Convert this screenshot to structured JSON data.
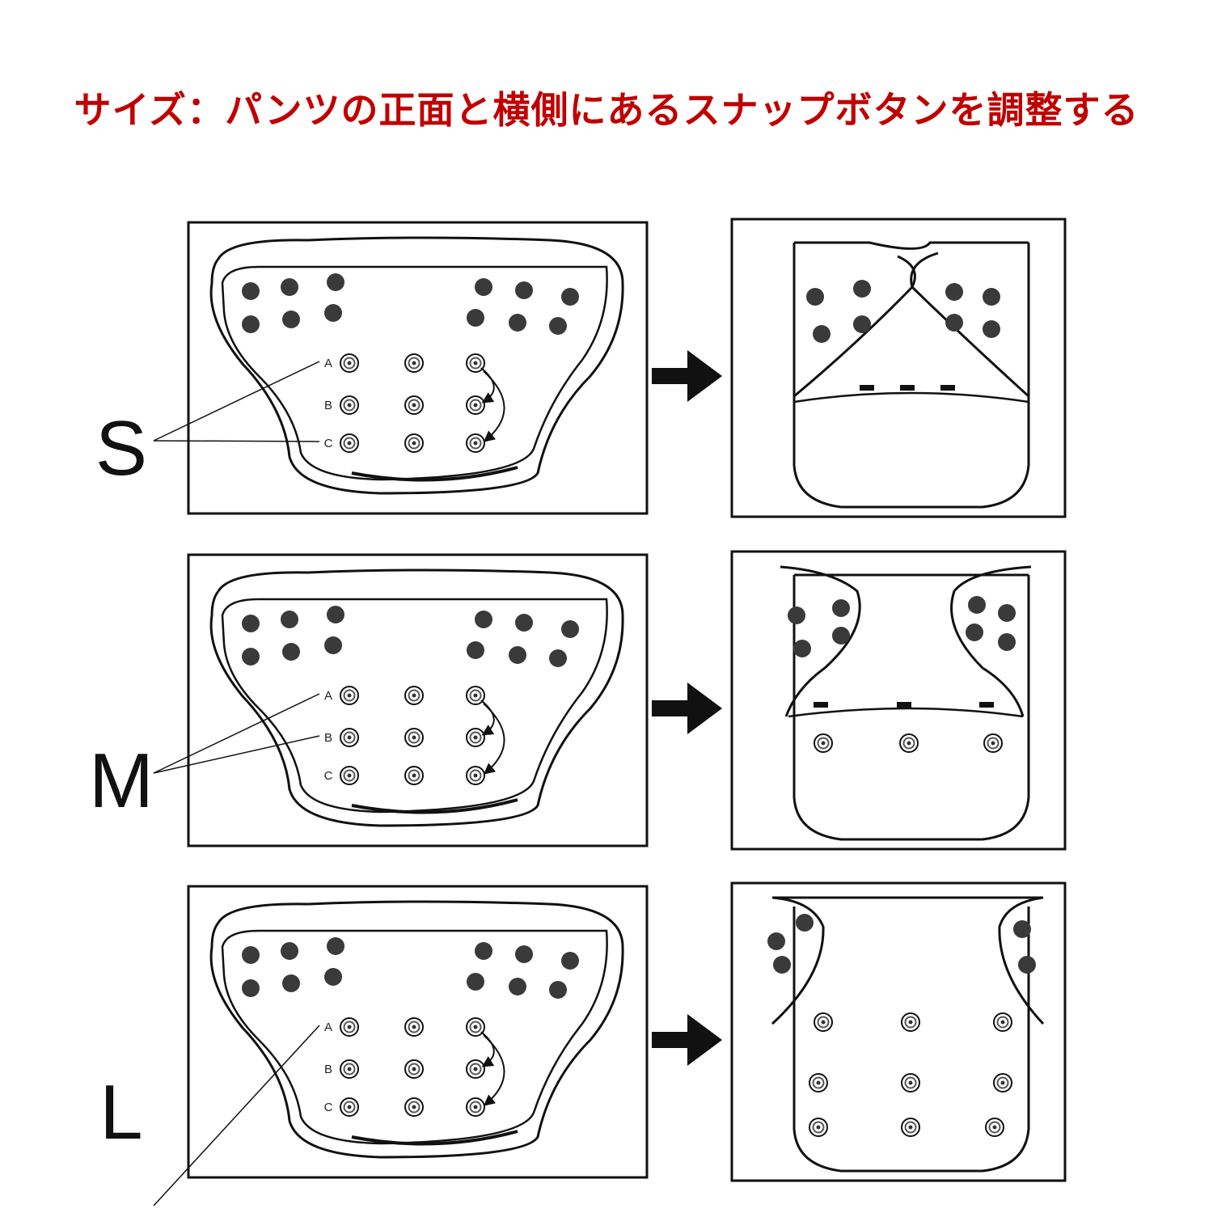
{
  "title": "サイズ：パンツの正面と横側にあるスナップボタンを調整する",
  "colors": {
    "title": "#c00000",
    "ink": "#111111",
    "dot": "#3a3a3a"
  },
  "snap_row_labels": [
    "A",
    "B",
    "C"
  ],
  "sizes": [
    {
      "label": "S",
      "pointer_rows": [
        "A",
        "C"
      ],
      "result_rows": 0
    },
    {
      "label": "M",
      "pointer_rows": [
        "A",
        "B"
      ],
      "result_rows": 1
    },
    {
      "label": "L",
      "pointer_rows": [
        "A"
      ],
      "result_rows": 3
    }
  ],
  "icons": {
    "arrow": "arrow-right-icon"
  }
}
